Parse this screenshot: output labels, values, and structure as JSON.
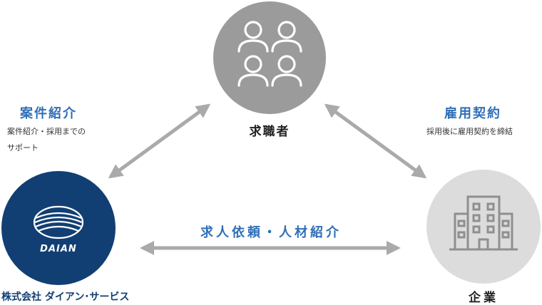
{
  "nodes": {
    "job_seeker": {
      "label": "求職者",
      "icon": "people-icon",
      "color": "#9b9b9b"
    },
    "company": {
      "label": "企業",
      "icon": "building-icon",
      "color": "#dcdcdc"
    },
    "agency": {
      "logo_text": "DAIAN",
      "name": "株式会社 ダイアン･サービス",
      "color": "#123f73"
    }
  },
  "edges": {
    "left": {
      "title": "案件紹介",
      "desc_line1": "案件紹介・採用までの",
      "desc_line2": "サポート"
    },
    "right": {
      "title": "雇用契約",
      "desc": "採用後に雇用契約を締結"
    },
    "bottom": {
      "title": "求人依頼・人材紹介"
    }
  },
  "colors": {
    "accent": "#2f6fb7",
    "arrow": "#aaaaaa"
  }
}
